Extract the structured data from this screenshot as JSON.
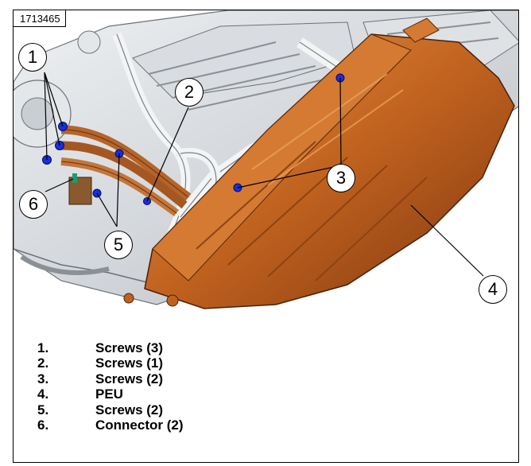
{
  "figure": {
    "id": "1713465"
  },
  "callouts": [
    {
      "label": "1"
    },
    {
      "label": "2"
    },
    {
      "label": "3"
    },
    {
      "label": "4"
    },
    {
      "label": "5"
    },
    {
      "label": "6"
    }
  ],
  "legend": [
    {
      "num": "1.",
      "text": "Screws (3)"
    },
    {
      "num": "2.",
      "text": "Screws (1)"
    },
    {
      "num": "3.",
      "text": "Screws (2)"
    },
    {
      "num": "4.",
      "text": "PEU"
    },
    {
      "num": "5.",
      "text": "Screws (2)"
    },
    {
      "num": "6.",
      "text": "Connector (2)"
    }
  ],
  "colors": {
    "peu_body": "#c0621f",
    "peu_highlight": "#e08a3a",
    "peu_shadow": "#8a3c10",
    "engine_gray": "#cfd3d8",
    "engine_dark": "#9aa0a7",
    "screw_blue": "#1a2fd4"
  }
}
